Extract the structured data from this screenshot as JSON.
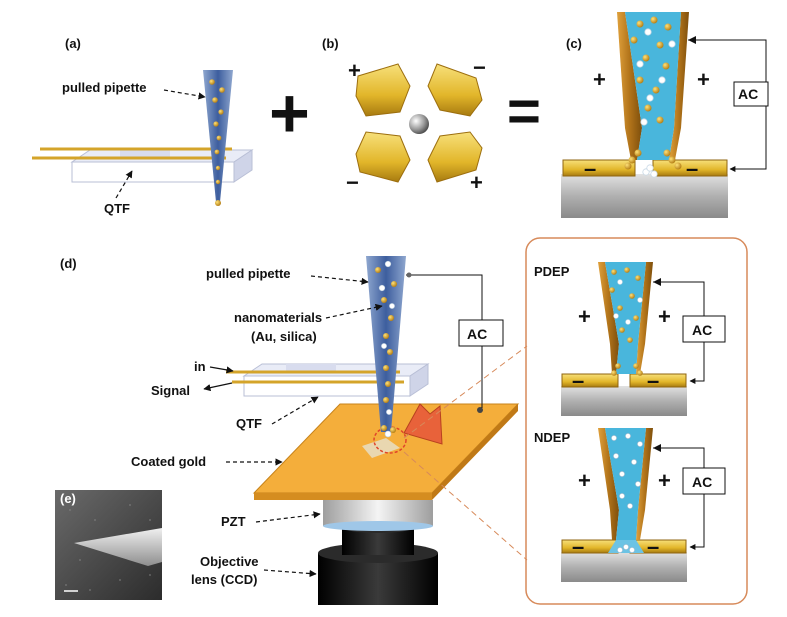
{
  "panels": {
    "a": "(a)",
    "b": "(b)",
    "c": "(c)",
    "d": "(d)",
    "e": "(e)"
  },
  "labels": {
    "pulled_pipette_a": "pulled pipette",
    "qtf_a": "QTF",
    "pulled_pipette_d": "pulled pipette",
    "nanomaterials_line1": "nanomaterials",
    "nanomaterials_line2": "(Au, silica)",
    "in": "in",
    "signal": "Signal",
    "qtf_d": "QTF",
    "coated_gold": "Coated gold",
    "pzt": "PZT",
    "objective_line1": "Objective",
    "objective_line2": "lens (CCD)",
    "pdep": "PDEP",
    "ndep": "NDEP"
  },
  "ac": "AC",
  "signs": {
    "plus": "+",
    "minus": "−",
    "dash": "–"
  },
  "operators": {
    "plus": "+",
    "equals": "="
  },
  "colors": {
    "gold": "#e8b82c",
    "gold_dark": "#b07f10",
    "liquid": "#49b6dc",
    "bronze": "#b3781f",
    "substrate": "#b8b8b8",
    "frame": "#d78a5a"
  }
}
